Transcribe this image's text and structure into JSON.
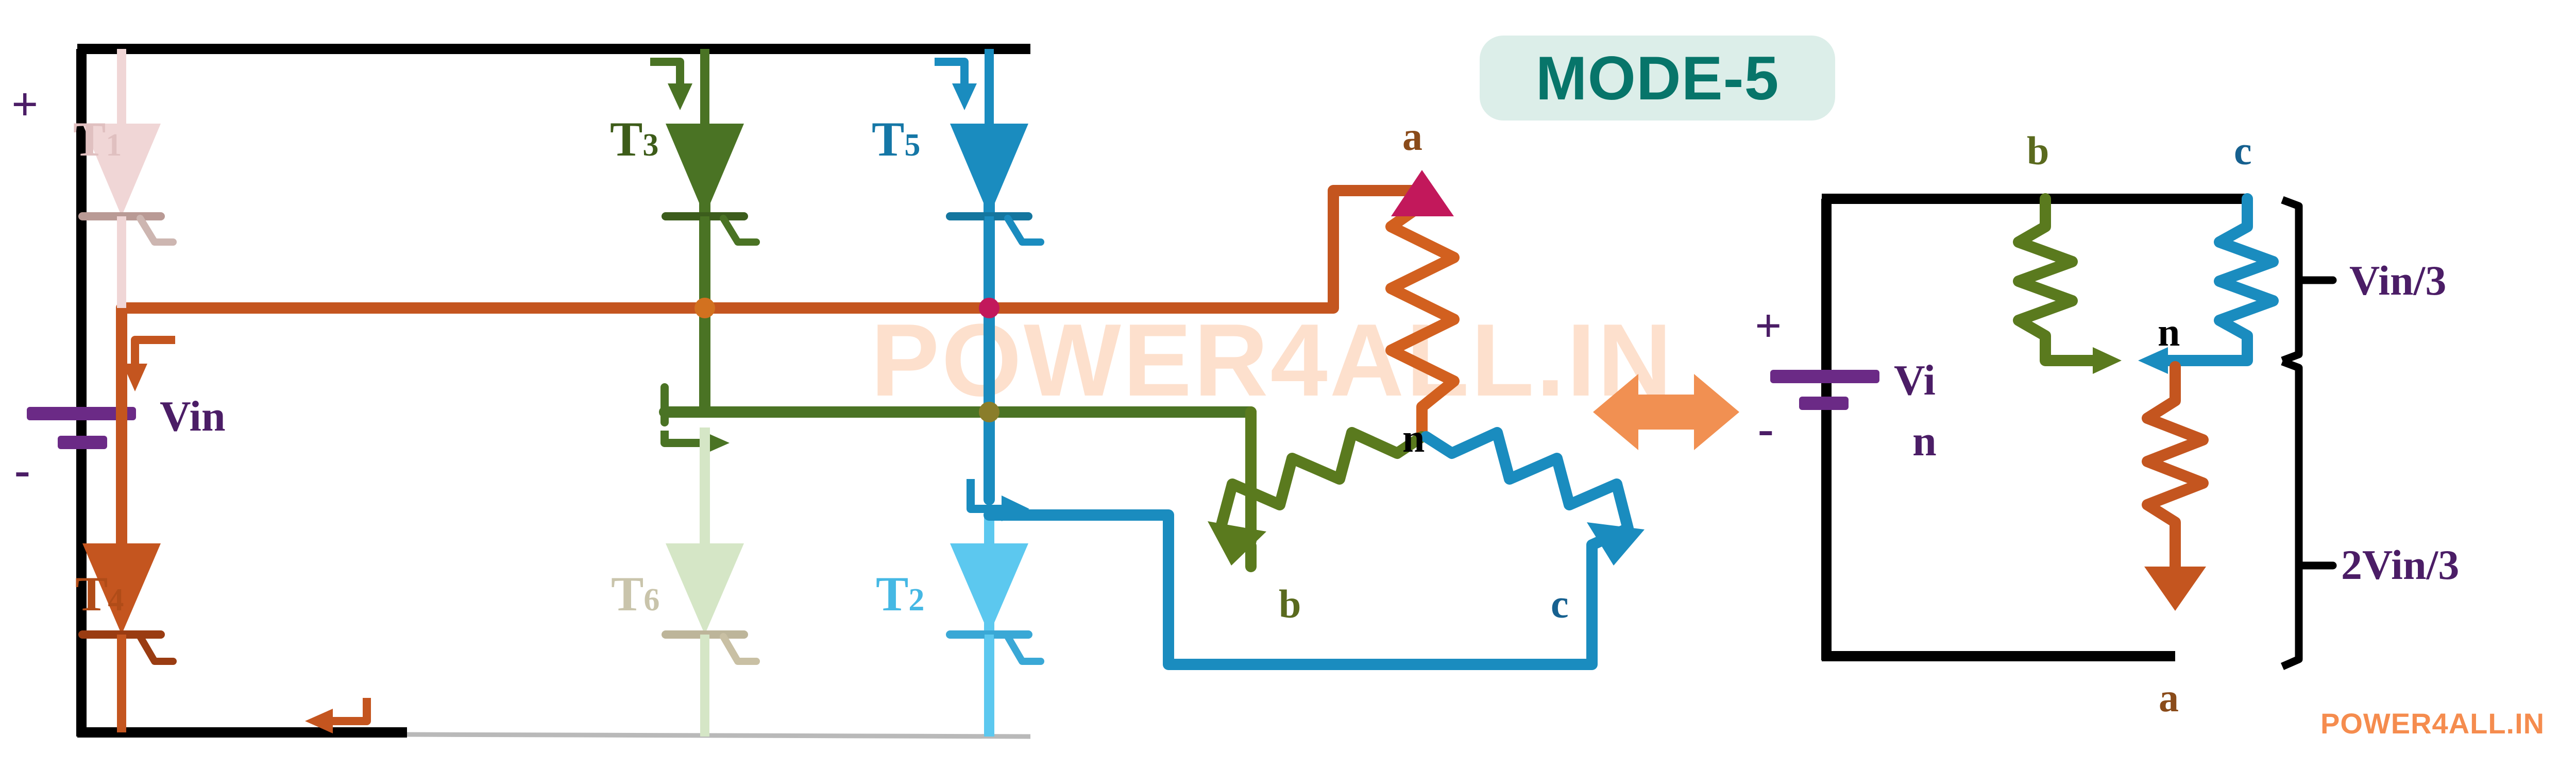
{
  "title_badge": {
    "label": "MODE-5",
    "bg": "#dceee9",
    "fg": "#07756a"
  },
  "watermark": {
    "text": "POWER4ALL.IN",
    "color": "#fde0cd"
  },
  "footer": {
    "text": "POWER4ALL.IN",
    "color": "#f58c4e"
  },
  "colors": {
    "wire_black": "#000000",
    "phase_a": "#c4551f",
    "phase_b": "#5a7a1e",
    "phase_c": "#1a8cbf",
    "source_purple": "#4b1d66",
    "arrow_orange": "#f19052",
    "node_a_arrow": "#c2185b",
    "t1_faded": "#f0d6d6",
    "t6_faded": "#d5e6c6",
    "t2_light": "#5cc8ef"
  },
  "left_circuit": {
    "name": "three-phase-thyristor-inverter",
    "source": {
      "label": "Vin",
      "plus": "+",
      "minus": "-"
    },
    "thyristors": [
      {
        "id": "T1",
        "label": "T",
        "sub": "1",
        "state": "off",
        "color": "#f0d6d6"
      },
      {
        "id": "T3",
        "label": "T",
        "sub": "3",
        "state": "on",
        "color": "#4a7324"
      },
      {
        "id": "T5",
        "label": "T",
        "sub": "5",
        "state": "on",
        "color": "#1a8cbf"
      },
      {
        "id": "T4",
        "label": "T",
        "sub": "4",
        "state": "on",
        "color": "#c4551f"
      },
      {
        "id": "T6",
        "label": "T",
        "sub": "6",
        "state": "off",
        "color": "#d5e6c6"
      },
      {
        "id": "T2",
        "label": "T",
        "sub": "2",
        "state": "off",
        "color": "#5cc8ef"
      }
    ]
  },
  "load_star": {
    "name": "three-phase-star-load",
    "terminals": [
      {
        "id": "a",
        "label": "a",
        "color": "#8a4b1a"
      },
      {
        "id": "b",
        "label": "b",
        "color": "#5a6a1e"
      },
      {
        "id": "c",
        "label": "c",
        "color": "#16608f"
      },
      {
        "id": "n",
        "label": "n",
        "color": "#000000"
      }
    ]
  },
  "equivalence_arrow": {
    "name": "double-headed-arrow",
    "color": "#f19052"
  },
  "right_circuit": {
    "name": "equivalent-circuit",
    "source": {
      "label_top": "Vi",
      "label_bottom": "n",
      "plus": "+",
      "minus": "-"
    },
    "terminals": [
      {
        "id": "b",
        "label": "b",
        "color": "#5a6a1e"
      },
      {
        "id": "c",
        "label": "c",
        "color": "#16608f"
      },
      {
        "id": "n",
        "label": "n",
        "color": "#000000"
      },
      {
        "id": "a",
        "label": "a",
        "color": "#8a4b1a"
      }
    ],
    "brackets": [
      {
        "id": "upper",
        "label": "Vin/3"
      },
      {
        "id": "lower",
        "label": "2Vin/3"
      }
    ]
  }
}
